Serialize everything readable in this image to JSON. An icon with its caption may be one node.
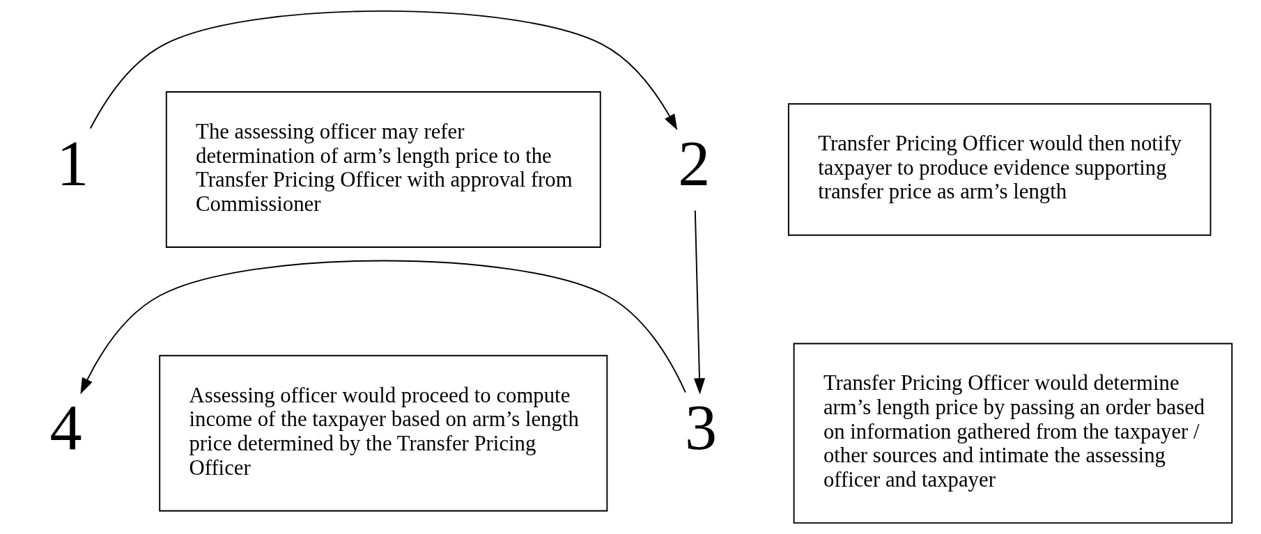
{
  "diagram": {
    "nodes": [
      {
        "text": [
          "1"
        ]
      },
      {
        "text": [
          "The assessing officer may refer determination of arm’s length price to the Transfer Pricing Officer with approval from Commissioner"
        ]
      },
      {
        "text": [
          "2"
        ]
      },
      {
        "text": [
          "Transfer Pricing Officer would then notify taxpayer to produce evidence supporting transfer price as arm’s length"
        ]
      },
      {
        "text": [
          "4"
        ]
      },
      {
        "text": [
          "Assessing officer would proceed to compute income of the taxpayer based on arm’s length price determined by the Transfer Pricing Officer"
        ]
      },
      {
        "text": [
          "3"
        ]
      },
      {
        "text": [
          "Transfer Pricing Officer would determine arm’s length price by passing an order based on information gathered from the taxpayer / other sources and intimate the assessing officer and taxpayer"
        ]
      }
    ],
    "edges": [
      {
        "from": 0,
        "to": 2,
        "arrow": "to"
      },
      {
        "from": 2,
        "to": 6,
        "arrow": "to"
      },
      {
        "from": 6,
        "to": 4,
        "arrow": "to"
      }
    ]
  }
}
